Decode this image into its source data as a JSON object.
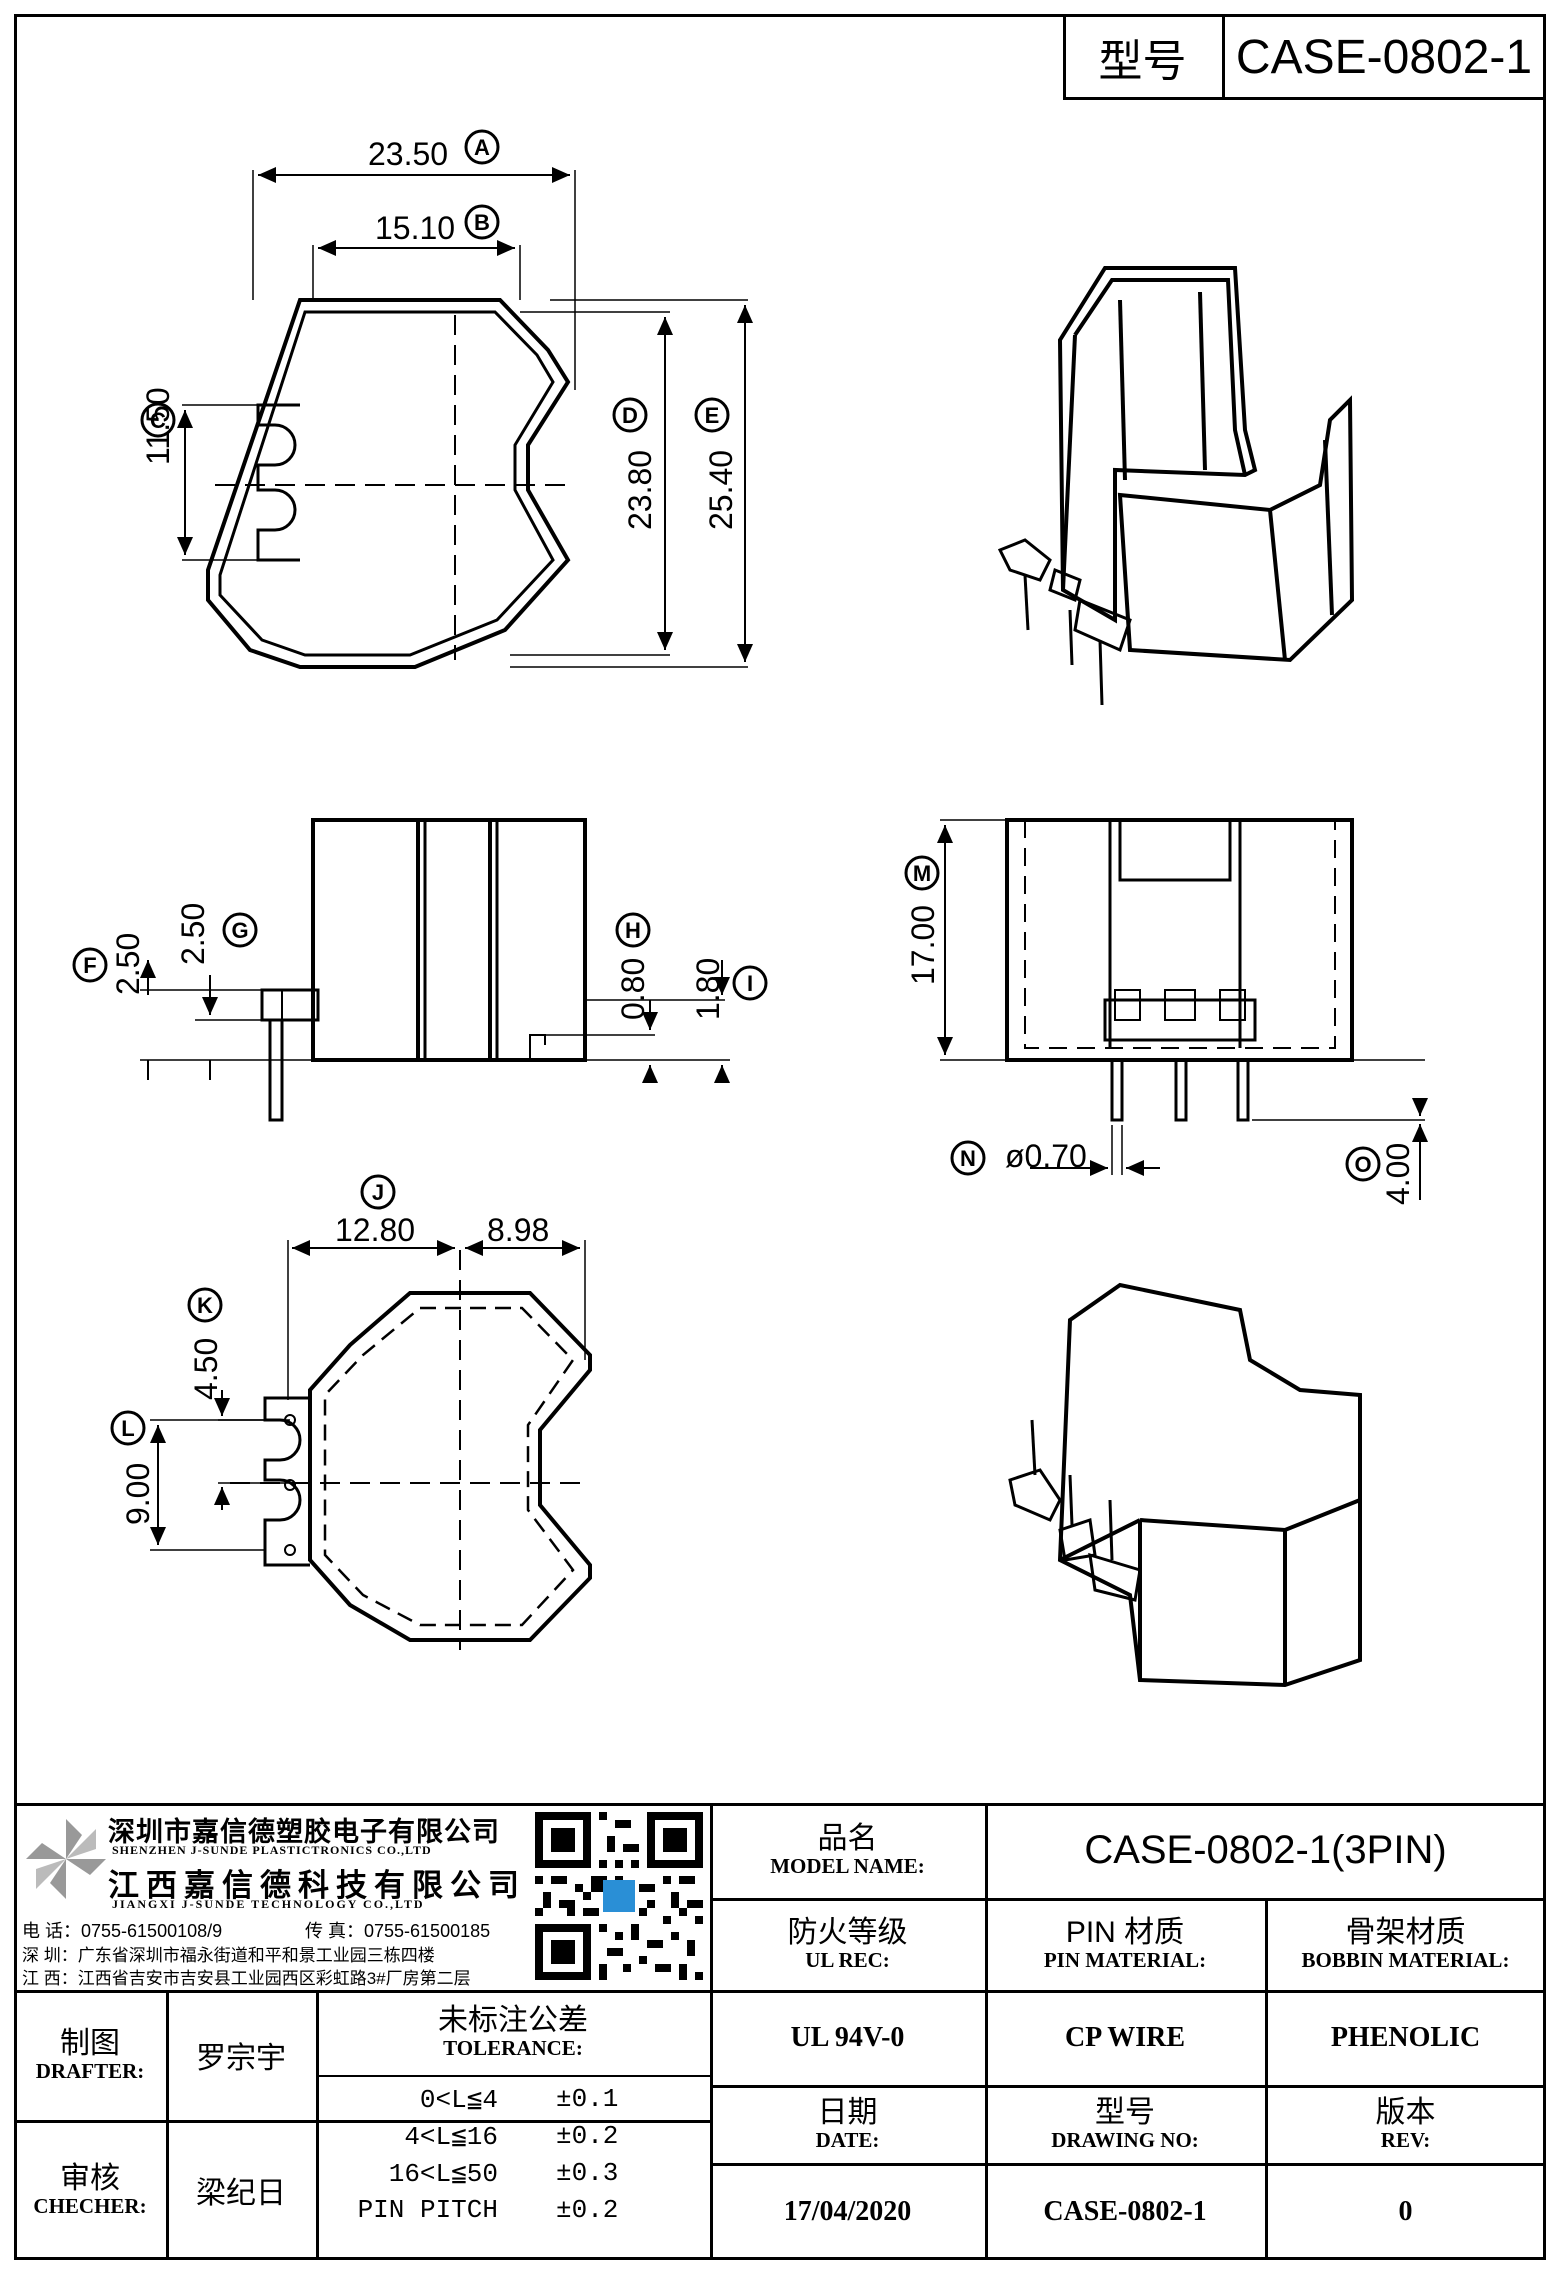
{
  "header": {
    "model_label": "型号",
    "model_value": "CASE-0802-1"
  },
  "dimensions": {
    "A": "23.50",
    "B": "15.10",
    "C": "11.50",
    "D": "23.80",
    "E": "25.40",
    "F": "2.50",
    "G": "2.50",
    "H": "0.80",
    "I": "1.80",
    "J": "12.80",
    "J2": "8.98",
    "K": "4.50",
    "L": "9.00",
    "M": "17.00",
    "N": "ø0.70",
    "O": "4.00"
  },
  "callouts": [
    "A",
    "B",
    "C",
    "D",
    "E",
    "F",
    "G",
    "H",
    "I",
    "J",
    "K",
    "L",
    "M",
    "N",
    "O"
  ],
  "company": {
    "name_sz": "深圳市嘉信德塑胶电子有限公司",
    "name_sz_en": "SHENZHEN J-SUNDE PLASTICTRONICS CO.,LTD",
    "name_jx": "江西嘉信德科技有限公司",
    "name_jx_en": "JIANGXI J-SUNDE TECHNOLOGY CO.,LTD",
    "phone": "电 话：0755-61500108/9",
    "fax": "传 真：0755-61500185",
    "addr_sz": "深 圳：广东省深圳市福永街道和平和景工业园三栋四楼",
    "addr_jx": "江 西：江西省吉安市吉安县工业园西区彩虹路3#厂房第二层"
  },
  "title_block": {
    "model_name_cn": "品名",
    "model_name_en": "MODEL NAME:",
    "model_name_value": "CASE-0802-1(3PIN)",
    "ul_cn": "防火等级",
    "ul_en": "UL REC:",
    "ul_value": "UL 94V-0",
    "pin_cn": "PIN 材质",
    "pin_en": "PIN MATERIAL:",
    "pin_value": "CP WIRE",
    "bobbin_cn": "骨架材质",
    "bobbin_en": "BOBBIN MATERIAL:",
    "bobbin_value": "PHENOLIC",
    "drafter_cn": "制图",
    "drafter_en": "DRAFTER:",
    "drafter_value": "罗宗宇",
    "checker_cn": "审核",
    "checker_en": "CHECHER:",
    "checker_value": "梁纪日",
    "tol_cn": "未标注公差",
    "tol_en": "TOLERANCE:",
    "tolerances": [
      {
        "range": "0<L≦4",
        "value": "±0.1"
      },
      {
        "range": "4<L≦16",
        "value": "±0.2"
      },
      {
        "range": "16<L≦50",
        "value": "±0.3"
      },
      {
        "range": "PIN PITCH",
        "value": "±0.2"
      }
    ],
    "date_cn": "日期",
    "date_en": "DATE:",
    "date_value": "17/04/2020",
    "drawing_cn": "型号",
    "drawing_en": "DRAWING NO:",
    "drawing_value": "CASE-0802-1",
    "rev_cn": "版本",
    "rev_en": "REV:",
    "rev_value": "0"
  }
}
